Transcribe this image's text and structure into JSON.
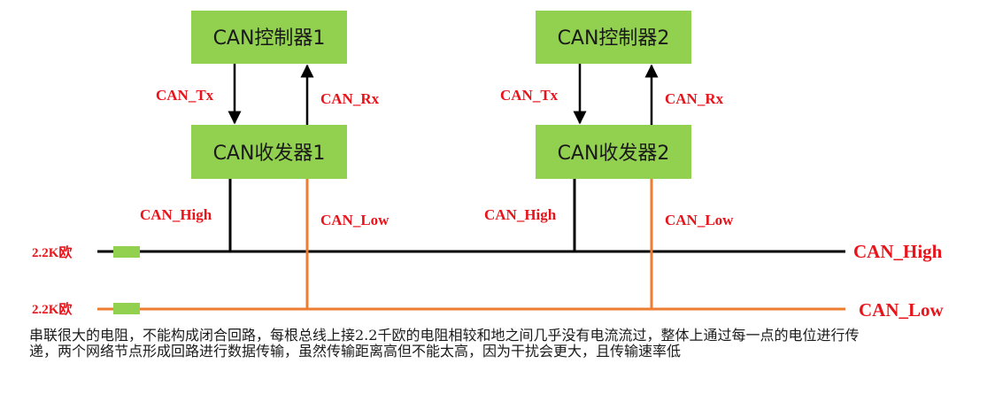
{
  "colors": {
    "box_fill": "#92d050",
    "signal_red": "#e8141b",
    "high_line": "#000000",
    "low_line": "#ed7d31",
    "resistor": "#92d050"
  },
  "nodes": [
    {
      "controller": "CAN控制器1",
      "transceiver": "CAN收发器1",
      "tx_label": "CAN_Tx",
      "rx_label": "CAN_Rx",
      "high_label": "CAN_High",
      "low_label": "CAN_Low"
    },
    {
      "controller": "CAN控制器2",
      "transceiver": "CAN收发器2",
      "tx_label": "CAN_Tx",
      "rx_label": "CAN_Rx",
      "high_label": "CAN_High",
      "low_label": "CAN_Low"
    }
  ],
  "bus": {
    "high_label": "CAN_High",
    "low_label": "CAN_Low",
    "resistor_high_label": "2.2K欧",
    "resistor_low_label": "2.2K欧"
  },
  "description": "串联很大的电阻，不能构成闭合回路，每根总线上接2.2千欧的电阻相较和地之间几乎没有电流流过，整体上通过每一点的电位进行传递，两个网络节点形成回路进行数据传输，虽然传输距离高但不能太高，因为干扰会更大，且传输速率低"
}
